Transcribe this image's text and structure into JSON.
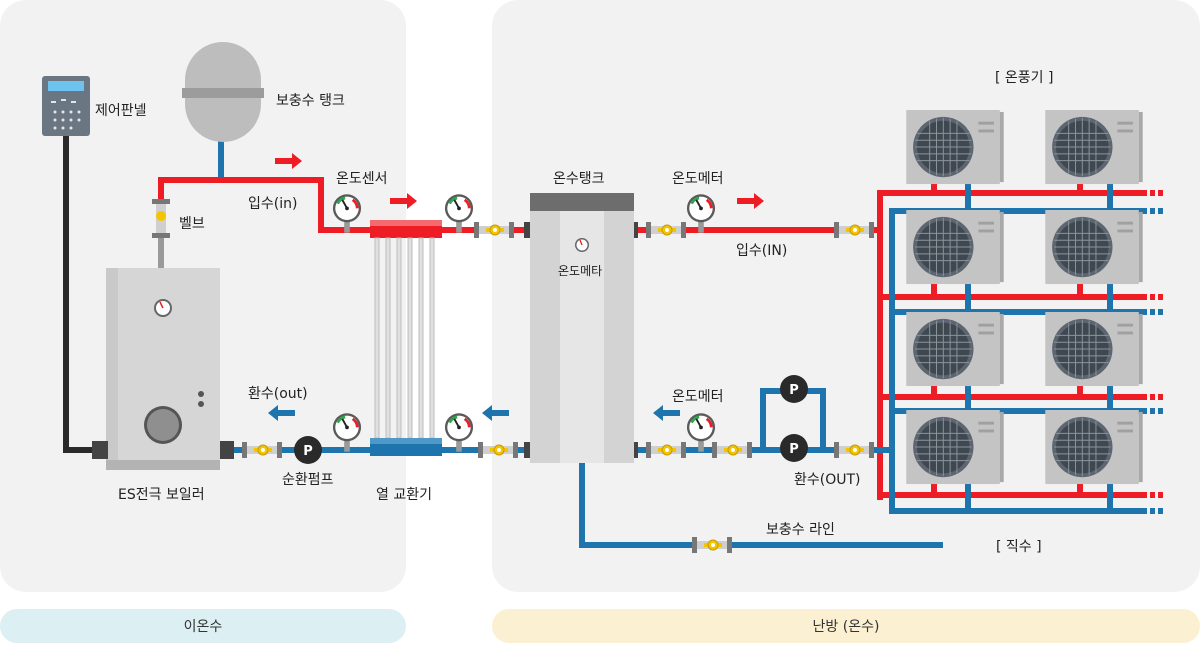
{
  "sections": {
    "left_footer": "이온수",
    "right_footer": "난방 (온수)"
  },
  "labels": {
    "control_panel": "제어판넬",
    "expansion_tank": "보충수 탱크",
    "valve": "벨브",
    "inlet_left": "입수(in)",
    "temp_sensor": "온도센서",
    "boiler": "ES전극 보일러",
    "return_left": "환수(out)",
    "circ_pump": "순환펌프",
    "heat_exchanger": "열 교환기",
    "hot_tank": "온수탱크",
    "tank_thermometer": "온도메타",
    "thermometer_top": "온도메터",
    "inlet_right": "입수(IN)",
    "thermometer_bottom": "온도메터",
    "return_right": "환수(OUT)",
    "makeup_line": "보충수 라인",
    "fan_heater": "[ 온풍기 ]",
    "direct_water": "[ 직수 ]",
    "pump_symbol": "P"
  },
  "colors": {
    "hot_pipe": "#ee1c24",
    "cold_pipe": "#1e74ad",
    "panel_bg": "#f2f2f2",
    "left_footer_bg": "#dceff3",
    "right_footer_bg": "#fcf0d2",
    "valve_yellow": "#f5c400"
  }
}
